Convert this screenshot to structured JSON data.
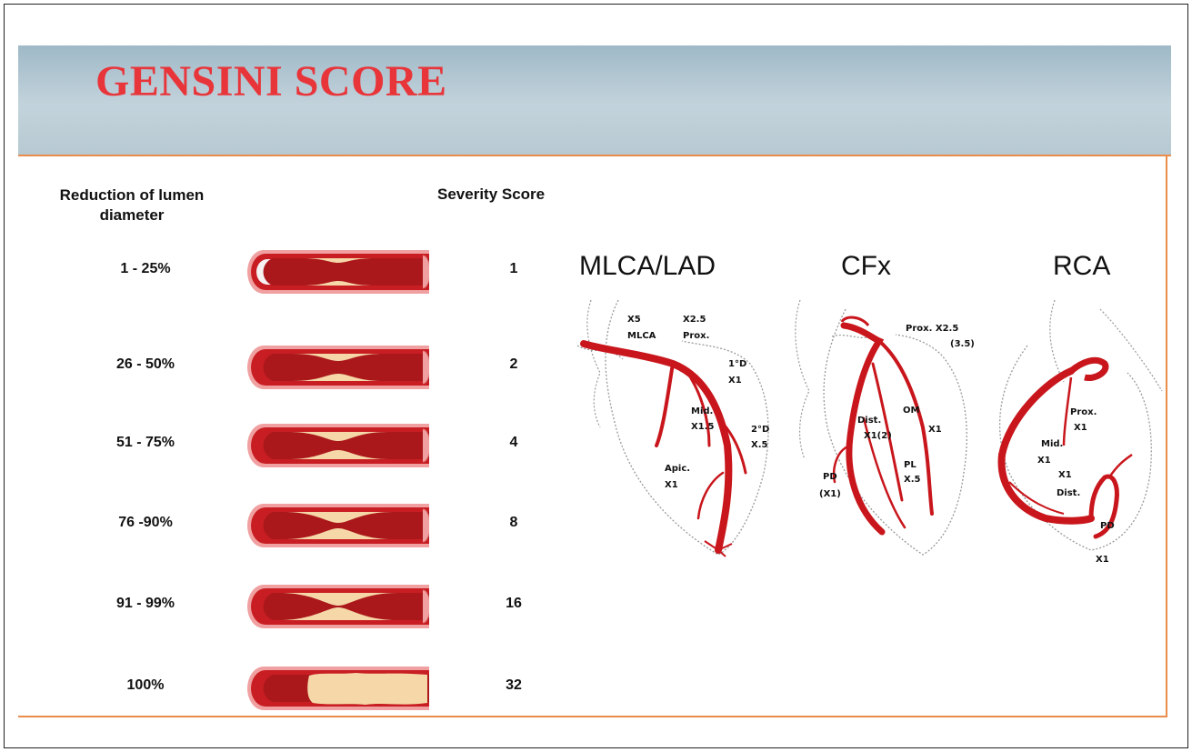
{
  "title": "GENSINI SCORE",
  "headers": {
    "reduction_line1": "Reduction of lumen",
    "reduction_line2": "diameter",
    "severity": "Severity Score"
  },
  "rows": [
    {
      "reduction": "1 - 25%",
      "score": "1"
    },
    {
      "reduction": "26 - 50%",
      "score": "2"
    },
    {
      "reduction": "51 - 75%",
      "score": "4"
    },
    {
      "reduction": "76 -90%",
      "score": "8"
    },
    {
      "reduction": "91 - 99%",
      "score": "16"
    },
    {
      "reduction": "100%",
      "score": "32"
    }
  ],
  "hearts": {
    "lad": {
      "name": "MLCA/LAD",
      "labels": [
        "X5",
        "MLCA",
        "X2.5",
        "Prox.",
        "1°D",
        "X1",
        "Mid.",
        "X1.5",
        "2°D",
        "X.5",
        "Apic.",
        "X1"
      ]
    },
    "cfx": {
      "name": "CFx",
      "labels": [
        "Prox. X2.5",
        "(3.5)",
        "OM",
        "X1",
        "Dist.",
        "X1(2)",
        "PL",
        "X.5",
        "PD",
        "(X1)"
      ]
    },
    "rca": {
      "name": "RCA",
      "labels": [
        "Prox.",
        "X1",
        "Mid.",
        "X1",
        "X1",
        "Dist.",
        "PD",
        "X1"
      ]
    }
  },
  "colors": {
    "title": "#e8353a",
    "vessel_wall": "#c81e23",
    "vessel_outer": "#f0a0a0",
    "plaque": "#f5d7a8",
    "artery": "#c8161c",
    "accent_line": "#e98c4c"
  }
}
